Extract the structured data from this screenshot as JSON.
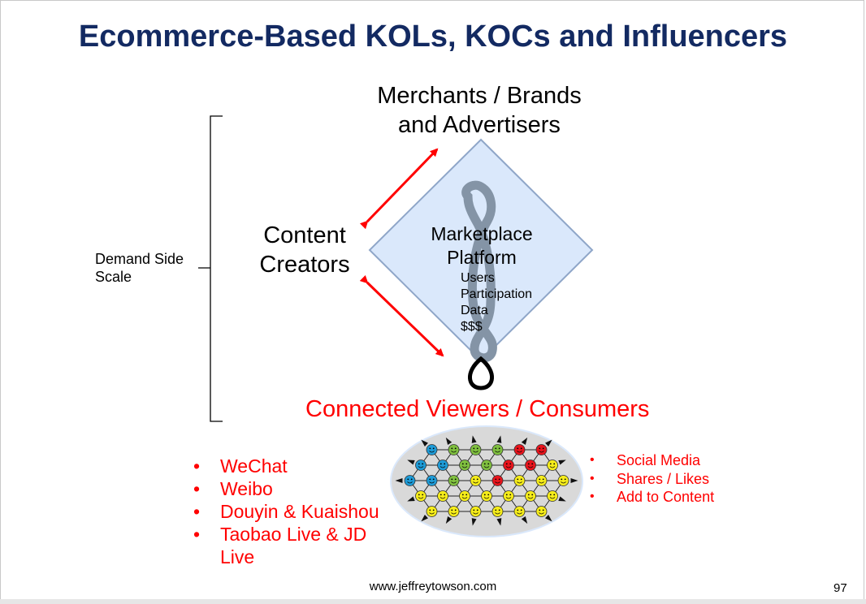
{
  "title": "Ecommerce-Based KOLs, KOCs and Influencers",
  "merchants": {
    "line1": "Merchants / Brands",
    "line2": "and Advertisers"
  },
  "creators": {
    "line1": "Content",
    "line2": "Creators"
  },
  "demand": {
    "line1": "Demand Side",
    "line2": "Scale"
  },
  "platform": {
    "line1": "Marketplace",
    "line2": "Platform",
    "items": [
      "Users",
      "Participation",
      "Data",
      "$$$"
    ]
  },
  "viewers": "Connected Viewers / Consumers",
  "platforms_list": [
    "WeChat",
    "Weibo",
    "Douyin & Kuaishou",
    "Taobao Live & JD Live"
  ],
  "social_list": [
    "Social Media",
    "Shares / Likes",
    "Add to Content"
  ],
  "colors": {
    "title": "#132a62",
    "accent_red": "#ff0000",
    "diamond_fill": "#dae8fb",
    "diamond_stroke": "#8fa6c8",
    "infinity": "#8494a6",
    "network_bg": "#d9d9d9",
    "node_blue": "#1e9bd7",
    "node_green": "#7fbf3f",
    "node_red": "#e8141c",
    "node_yellow": "#f5ec1a"
  },
  "network": {
    "rows": [
      [
        "blue",
        "green",
        "green",
        "green",
        "red",
        "red"
      ],
      [
        "blue",
        "blue",
        "green",
        "green",
        "red",
        "red",
        "yellow"
      ],
      [
        "blue",
        "blue",
        "green",
        "yellow",
        "red",
        "yellow",
        "yellow",
        "yellow"
      ],
      [
        "yellow",
        "yellow",
        "yellow",
        "yellow",
        "yellow",
        "yellow",
        "yellow"
      ],
      [
        "yellow",
        "yellow",
        "yellow",
        "yellow",
        "yellow",
        "yellow"
      ]
    ]
  },
  "footer": "www.jeffreytowson.com",
  "page_number": "97"
}
